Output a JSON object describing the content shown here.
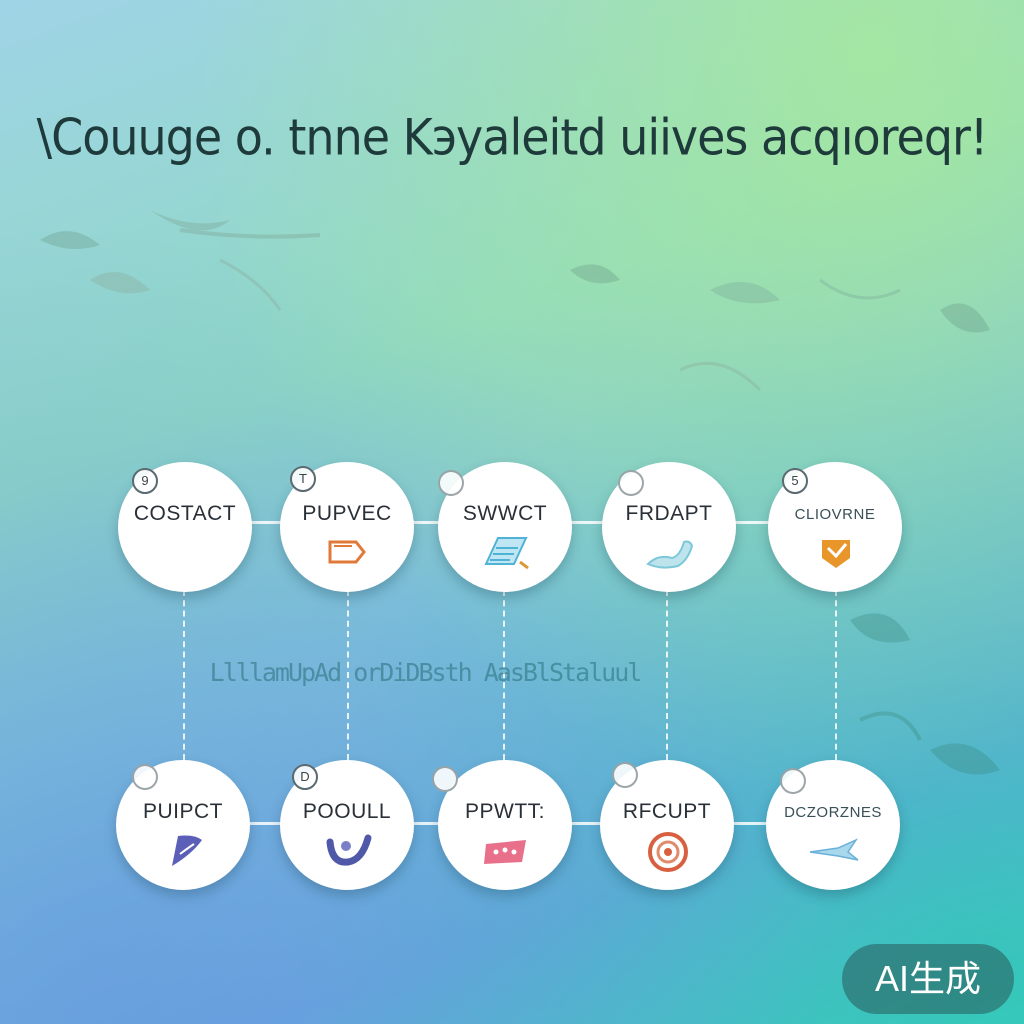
{
  "title": "\\Couuge o.   tnne Kэyaleitd  uiives acqıoreqr!",
  "middle_caption": "LlllamUpAd  orDiDBsth AasBlStaluul",
  "badge_label": "AI生成",
  "nodes": [
    {
      "label": "COSTACT",
      "badge": "9",
      "icon": "folder-arrow-icon"
    },
    {
      "label": "PUPVEC",
      "badge": "T",
      "icon": "tag-icon"
    },
    {
      "label": "SWWCT",
      "badge": "",
      "icon": "document-icon"
    },
    {
      "label": "FRDAPT",
      "badge": "",
      "icon": "boot-icon"
    },
    {
      "label": "CLIOVRNE",
      "badge": "5",
      "icon": "chevron-badge-icon"
    },
    {
      "label": "PUIPCT",
      "badge": "",
      "icon": "shield-icon"
    },
    {
      "label": "POOULL",
      "badge": "D",
      "icon": "wave-icon"
    },
    {
      "label": "PPWTT:",
      "badge": "",
      "icon": "card-icon"
    },
    {
      "label": "RFCUPT",
      "badge": "",
      "icon": "target-icon"
    },
    {
      "label": "DCZORZNES",
      "badge": "",
      "icon": "plane-icon"
    }
  ],
  "colors": {
    "folder": "#e07a3a",
    "document": "#4fb3d8",
    "boot": "#7cc8d8",
    "chevron": "#e8962a",
    "shield": "#5b5fb8",
    "wave": "#5058a8",
    "card": "#e8708a",
    "target": "#d86040",
    "plane": "#6ab0d8"
  }
}
